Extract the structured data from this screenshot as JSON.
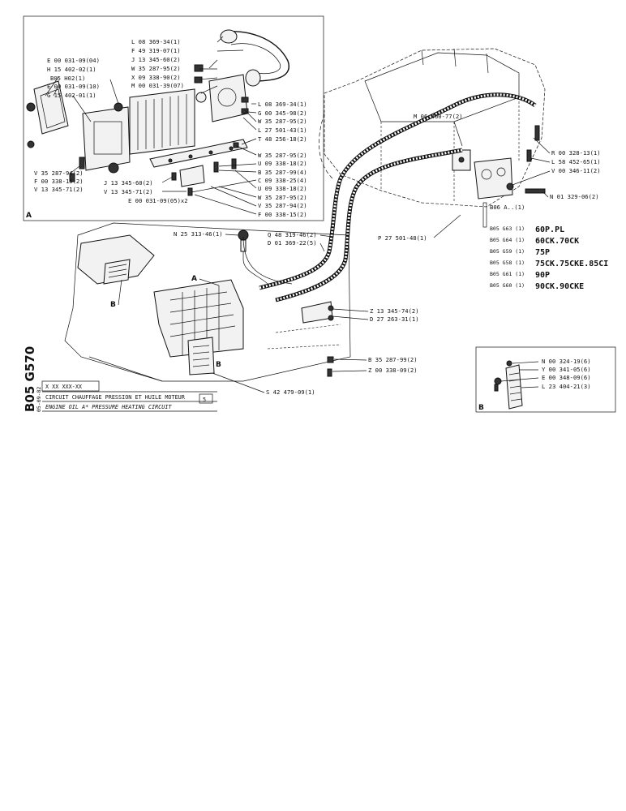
{
  "code": "B05 G570",
  "date_code": "05-09-82",
  "ref_box": "X XX XXX-XX",
  "title_fr": "CIRCUIT CHAUFFAGE PRESSION ET HUILE MOTEUR",
  "title_en": "ENGINE OIL A* PRESSURE HEATING CIRCUIT",
  "title_badge": "5",
  "panel_a": {
    "letter": "A",
    "labels_top": [
      "L 08 369-34(1)",
      "F 49 319-07(1)",
      "J 13 345-60(2)",
      "W 35 287-95(2)",
      "X 09 338-90(2)",
      "M 00 031-39(07)"
    ],
    "labels_left": [
      "E 00 031-09(04)",
      "H 15 402-02(1)",
      "B05 H02(1)",
      "E 00 031-09(10)",
      "G 15 402-01(1)"
    ],
    "labels_right": [
      "L 08 369-34(1)",
      "G 00 345-98(2)",
      "W 35 287-95(2)",
      "L 27 501-43(1)",
      "T 48 256-18(2)",
      "W 35 287-95(2)",
      "U 09 338-18(2)",
      "B 35 287-99(4)",
      "C 09 338-25(4)",
      "U 09 338-18(2)",
      "W 35 287-95(2)",
      "V 35 287-94(2)",
      "F 00 338-15(2)"
    ],
    "labels_bottom_left": [
      "V 35 287-94(2)",
      "F 00 338-15(2)",
      "V 13 345-71(2)"
    ],
    "labels_bottom_mid": [
      "J 13 345-60(2)",
      "V 13 345-71(2)",
      "E 00 031-09(05)x2"
    ]
  },
  "main": {
    "labels_engine": [
      "M 06 460-77(2)",
      "R 00 328-13(1)",
      "L 58 452-65(1)",
      "V 00 346-11(2)",
      "N 01 329-06(2)",
      "B06 A..(1)"
    ],
    "labels_mid": [
      "N 25 313-46(1)",
      "Q 48 319-46(2)",
      "D 01 369-22(5)",
      "P 27 501-48(1)"
    ],
    "labels_lower": [
      "Z 13 345-74(2)",
      "D 27 263-31(1)",
      "B 35 287-99(2)",
      "Z 00 338-09(2)",
      "S 42 479-09(1)"
    ],
    "models": [
      {
        "ref": "B05 G63 (1)",
        "model": "60P.PL"
      },
      {
        "ref": "B05 G64 (1)",
        "model": "60CK.70CK"
      },
      {
        "ref": "B05 G59 (1)",
        "model": "75P"
      },
      {
        "ref": "B05 G58 (1)",
        "model": "75CK.75CKE.85CI"
      },
      {
        "ref": "B05 G61 (1)",
        "model": "90P"
      },
      {
        "ref": "B05 G60 (1)",
        "model": "90CK.90CKE"
      }
    ],
    "callout_a": "A",
    "callout_b1": "B",
    "callout_b2": "B"
  },
  "panel_b": {
    "letter": "B",
    "labels": [
      "N 00 324-19(6)",
      "Y 00 341-05(6)",
      "E 00 348-09(6)",
      "L 23 404-21(3)"
    ]
  }
}
